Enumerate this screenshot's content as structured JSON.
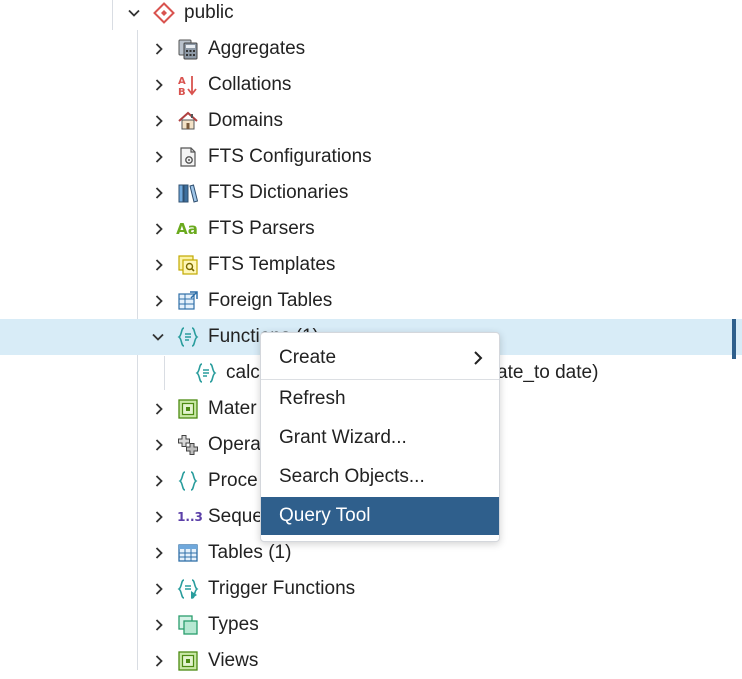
{
  "tree": {
    "schema": {
      "label": "public",
      "icon": "schema-icon"
    },
    "nodes": [
      {
        "label": "Aggregates",
        "icon": "aggregates-icon"
      },
      {
        "label": "Collations",
        "icon": "collations-icon"
      },
      {
        "label": "Domains",
        "icon": "domains-icon"
      },
      {
        "label": "FTS Configurations",
        "icon": "fts-configurations-icon"
      },
      {
        "label": "FTS Dictionaries",
        "icon": "fts-dictionaries-icon"
      },
      {
        "label": "FTS Parsers",
        "icon": "fts-parsers-icon"
      },
      {
        "label": "FTS Templates",
        "icon": "fts-templates-icon"
      },
      {
        "label": "Foreign Tables",
        "icon": "foreign-tables-icon"
      },
      {
        "label": "Functions (1)",
        "icon": "functions-icon",
        "selected": true,
        "expanded": true
      },
      {
        "label": "calc",
        "label_suffix": "ate_to date)",
        "icon": "function-icon",
        "child": true
      },
      {
        "label": "Mater",
        "icon": "materialized-views-icon"
      },
      {
        "label": "Opera",
        "icon": "operators-icon"
      },
      {
        "label": "Proce",
        "icon": "procedures-icon"
      },
      {
        "label": "Seque",
        "icon": "sequences-icon"
      },
      {
        "label": "Tables (1)",
        "icon": "tables-icon"
      },
      {
        "label": "Trigger Functions",
        "icon": "trigger-functions-icon"
      },
      {
        "label": "Types",
        "icon": "types-icon"
      },
      {
        "label": "Views",
        "icon": "views-icon"
      }
    ],
    "icon_text": {
      "fts_parsers": "Aa",
      "sequences": "1..3"
    }
  },
  "context_menu": {
    "items": [
      {
        "label": "Create",
        "has_submenu": true
      },
      {
        "label": "Refresh"
      },
      {
        "label": "Grant Wizard..."
      },
      {
        "label": "Search Objects..."
      },
      {
        "label": "Query Tool",
        "active": true
      }
    ]
  },
  "colors": {
    "selected_row": "#d8ecf7",
    "menu_active": "#2f5f8c",
    "schema_red": "#d9534f",
    "teal": "#2a9d9d",
    "green": "#6aaa1e"
  }
}
